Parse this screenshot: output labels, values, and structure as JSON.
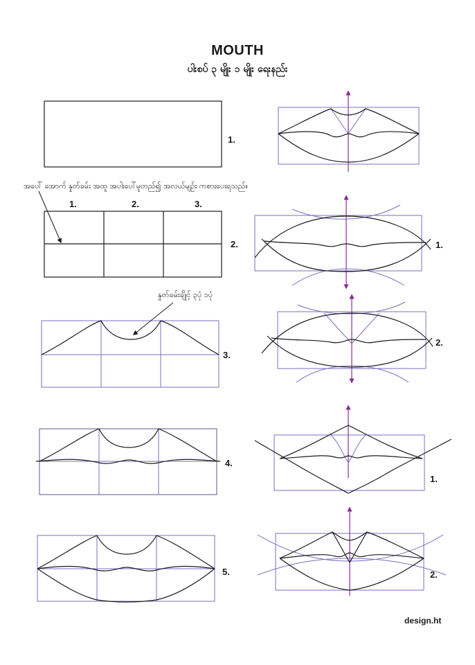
{
  "title": "MOUTH",
  "subtitle": "ပါးစပ် ၃ မျိုး ၁ မျိုး ရေးနည်း",
  "note_top": "အပေါ် အောက် နှုတ်ခမ်း အထူ အပါးပေါ်မူတည်၍ အလယ်မျဉ်း ကစားပေးရသည်။",
  "note_middle": "နှုတ်ခမ်းချိုင့် ၃ပုံ ၁ပုံ",
  "column_numbers": [
    "1.",
    "2.",
    "3."
  ],
  "left_steps": [
    "1.",
    "2.",
    "3.",
    "4.",
    "5."
  ],
  "right_labels": [
    "1.",
    "2.",
    "1.",
    "2."
  ],
  "credit": "design.ht",
  "colors": {
    "guide": "#7a6fc0",
    "axis": "#8a2a9a",
    "ink": "#1a1a1a"
  }
}
